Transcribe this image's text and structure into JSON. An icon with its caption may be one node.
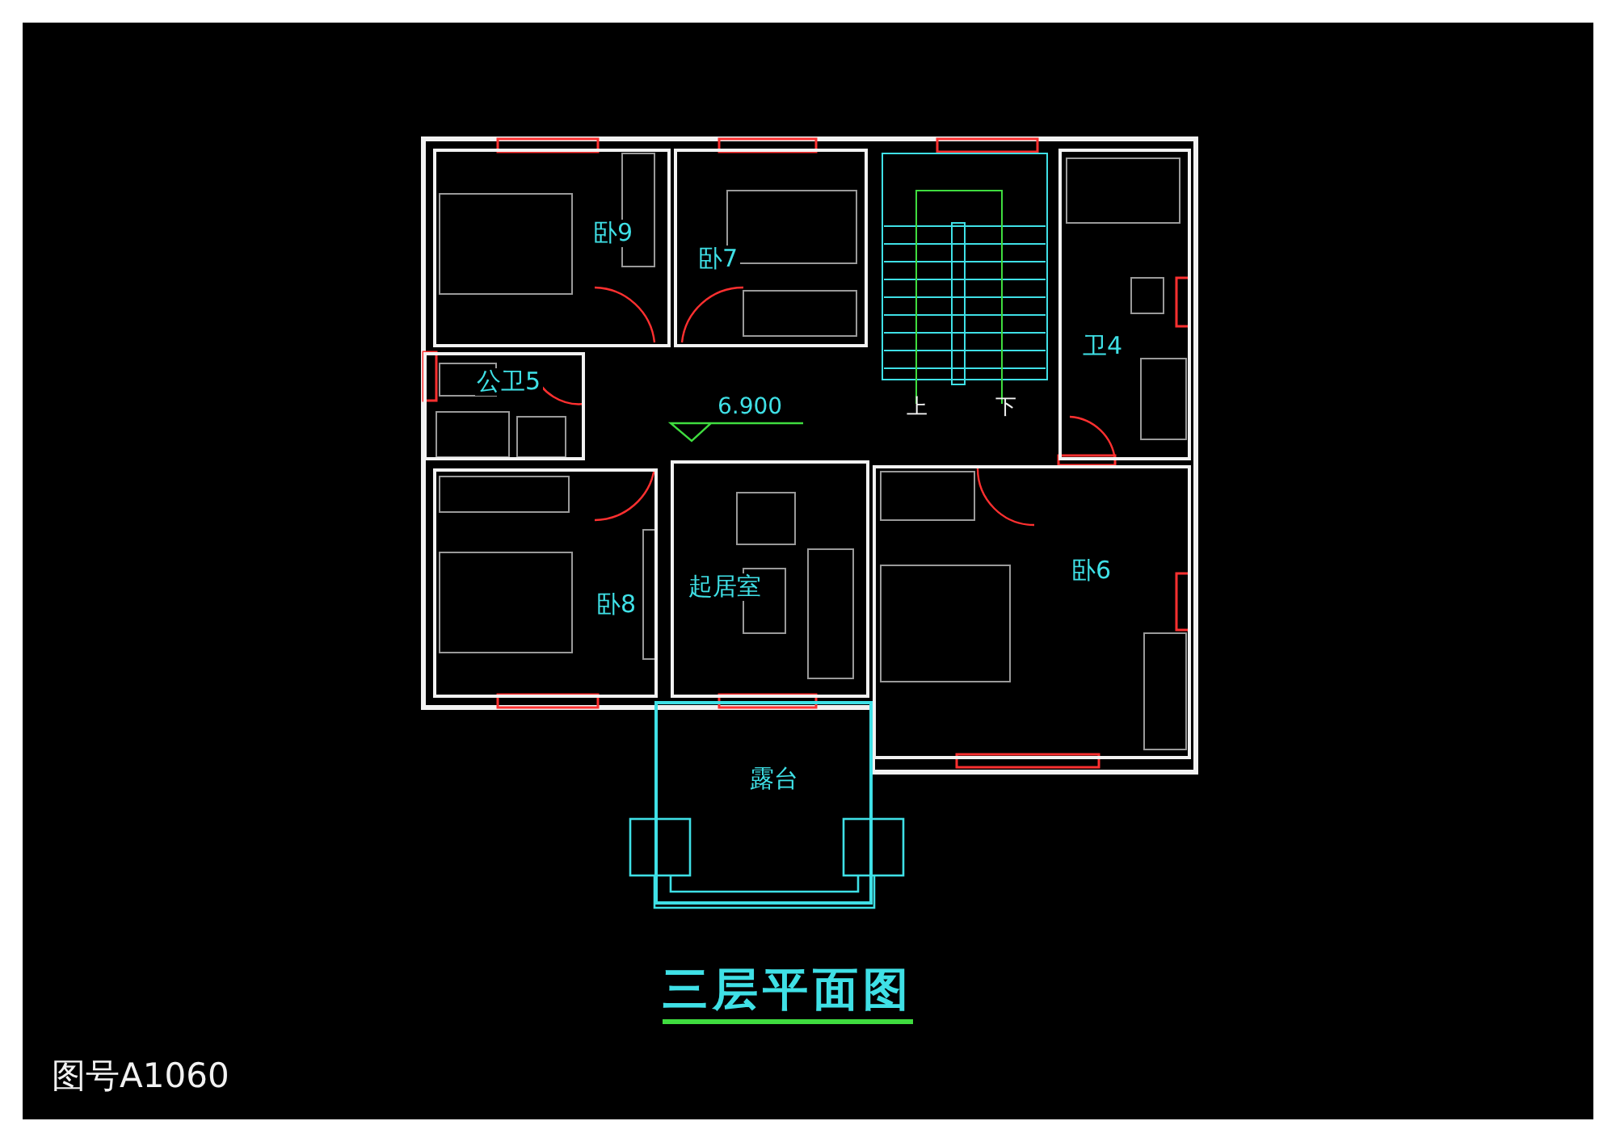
{
  "diagram": {
    "title": "三层平面图",
    "nodes": [
      {
        "text": [
          "卧9"
        ]
      },
      {
        "text": [
          "卧7"
        ]
      },
      {
        "text": [
          "公卫5"
        ]
      },
      {
        "text": [
          "卫4"
        ]
      },
      {
        "text": [
          "卧8"
        ]
      },
      {
        "text": [
          "起居室"
        ]
      },
      {
        "text": [
          "卧6"
        ]
      },
      {
        "text": [
          "露台"
        ]
      }
    ],
    "edges": [],
    "labels": [
      "6.900",
      "上",
      "下",
      "图号A1060"
    ]
  }
}
